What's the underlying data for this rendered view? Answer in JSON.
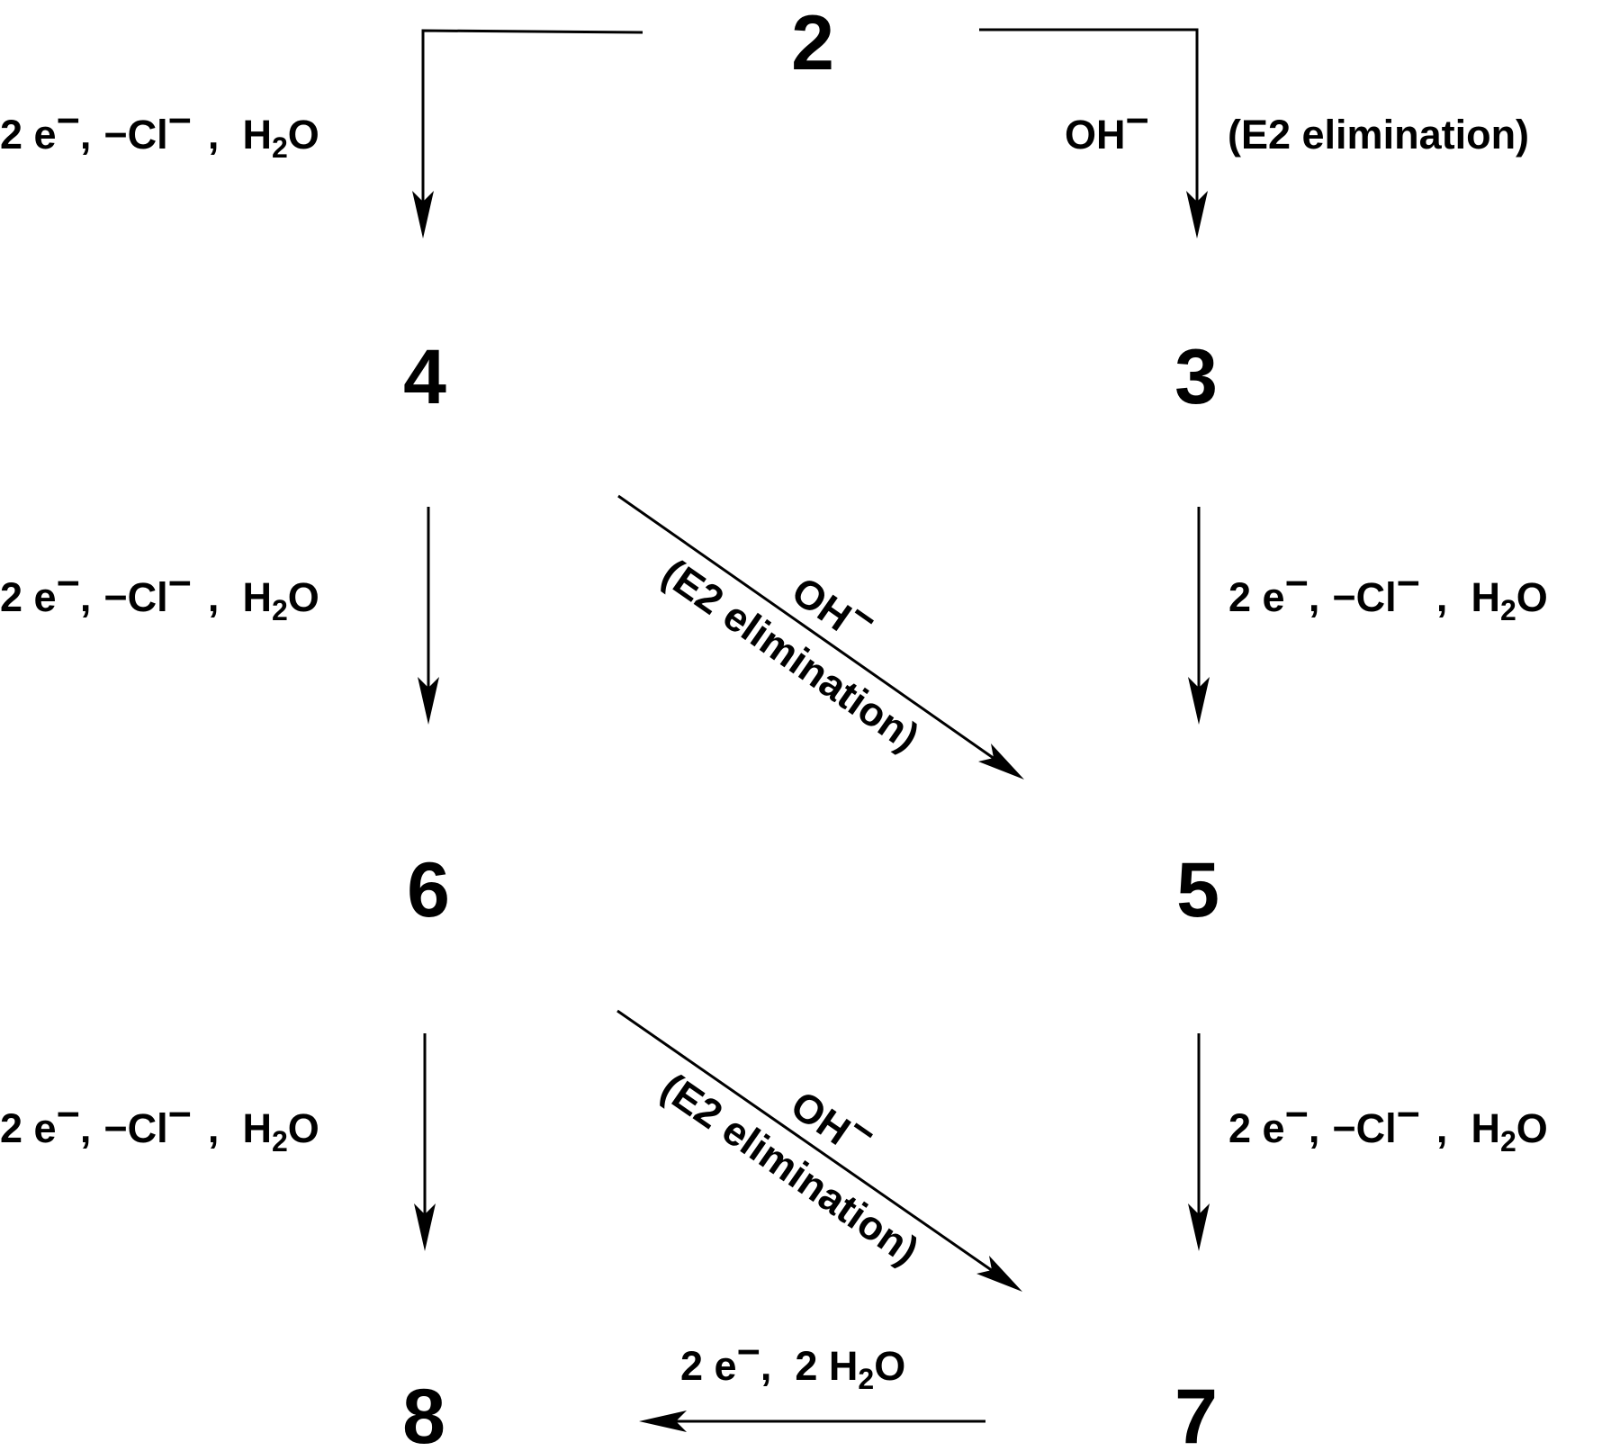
{
  "compounds": {
    "c2": "2",
    "c3": "3",
    "c4": "4",
    "c5": "5",
    "c6": "6",
    "c7": "7",
    "c8": "8"
  },
  "conditions": {
    "reduction": {
      "prefix": "2 e",
      "minus1": "−",
      "sep1": ",",
      "minus2": "−",
      "cl": "Cl",
      "minus3": "−",
      "sep2": ",",
      "h": "H",
      "sub": "2",
      "o": "O"
    },
    "base": {
      "oh": "OH",
      "minus": "−",
      "mechanism": "(E2 elimination)"
    },
    "final_reduction": {
      "prefix": "2 e",
      "minus": "−",
      "sep": ",",
      "water_prefix": "2 H",
      "sub": "2",
      "o": "O"
    }
  }
}
